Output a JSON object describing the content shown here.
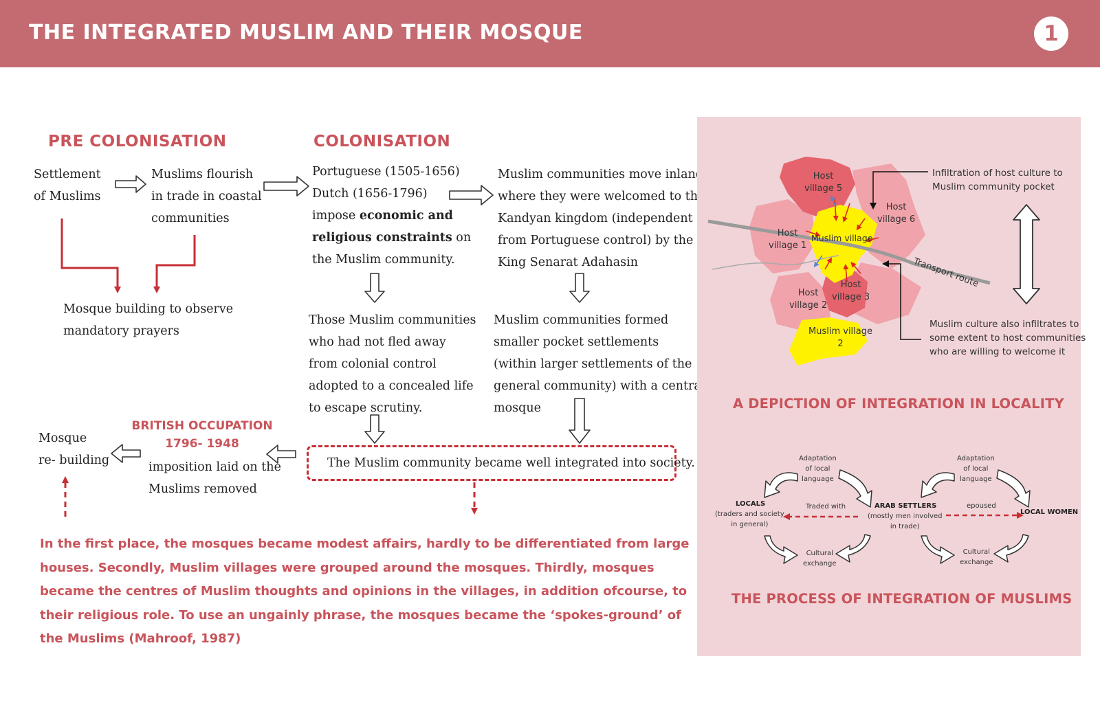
{
  "header": {
    "title": "THE INTEGRATED MUSLIM AND THEIR MOSQUE",
    "page_number": "1",
    "colors": {
      "band": "#c46b71",
      "accent": "#c9545b",
      "panel": "#f1d4d8"
    }
  },
  "pre_colonisation": {
    "heading": "PRE COLONISATION",
    "settlement": [
      "Settlement",
      "of Muslims"
    ],
    "flourish": [
      "Muslims flourish",
      "in trade in coastal",
      "communities"
    ],
    "mosque_building": [
      "Mosque building to observe",
      "mandatory prayers"
    ]
  },
  "colonisation": {
    "heading": "COLONISATION",
    "periods": [
      "Portuguese (1505-1656)",
      "Dutch (1656-1796)"
    ],
    "impose_1": "impose ",
    "impose_bold": "economic and",
    "constraints_bold": "religious constraints",
    "constraints_rest": " on",
    "impose_last": "the Muslim community.",
    "move_inland": [
      "Muslim communities move inland",
      "where they were welcomed to the",
      "Kandyan kingdom (independent",
      "from Portuguese control) by the",
      "King Senarat Adahasin"
    ],
    "concealed": [
      "Those Muslim communities",
      "who had not fled away",
      "from colonial control",
      "adopted to a concealed life",
      "to escape scrutiny."
    ],
    "pocket": [
      "Muslim communities formed",
      "smaller pocket settlements",
      "(within larger settlements of the",
      "general community) with a central",
      "mosque"
    ],
    "integrated_box": "The Muslim community became well integrated into society."
  },
  "british": {
    "heading": [
      "BRITISH OCCUPATION",
      "1796- 1948"
    ],
    "removed": [
      "imposition laid on the",
      "Muslims removed"
    ],
    "rebuilding": [
      "Mosque",
      "re- building"
    ]
  },
  "bottom_paragraph": [
    "In the first place, the mosques became modest affairs, hardly to be differentiated from large",
    "houses. Secondly, Muslim villages were grouped around the mosques. Thirdly, mosques",
    "became the centres of Muslim thoughts and opinions in the villages, in addition ofcourse, to",
    "their religious role. To use an ungainly phrase, the mosques became the ‘spokes-ground’ of",
    "the Muslims (Mahroof, 1987)"
  ],
  "locality": {
    "heading": "A DEPICTION OF INTEGRATION IN LOCALITY",
    "host_5": [
      "Host",
      "village 5"
    ],
    "host_6": [
      "Host",
      "village 6"
    ],
    "host_1": [
      "Host",
      "village 1"
    ],
    "host_2": [
      "Host",
      "village 2"
    ],
    "host_3": [
      "Host",
      "village 3"
    ],
    "muslim_village": "Muslim village",
    "muslim_village_2": [
      "Muslim village",
      "2"
    ],
    "transport_route": "Transport route",
    "annot_top": [
      "Infiltration of host culture to",
      "Muslim community pocket"
    ],
    "annot_bottom": [
      "Muslim culture also infiltrates to",
      "some extent to host communities",
      "who are willing to welcome it"
    ]
  },
  "process": {
    "heading": "THE PROCESS OF INTEGRATION OF MUSLIMS",
    "adaptation_left": [
      "Adaptation",
      "of local",
      "language"
    ],
    "adaptation_right": [
      "Adaptation",
      "of local",
      "language"
    ],
    "locals": "LOCALS",
    "locals_sub": [
      "(traders and society",
      "in general)"
    ],
    "traded_with": "Traded with",
    "arab_settlers": "ARAB SETTLERS",
    "arab_sub": [
      "(mostly men involved",
      "in trade)"
    ],
    "epoused": "epoused",
    "local_women": "LOCAL WOMEN",
    "cultural_left": [
      "Cultural",
      "exchange"
    ],
    "cultural_right": [
      "Cultural",
      "exchange"
    ]
  }
}
